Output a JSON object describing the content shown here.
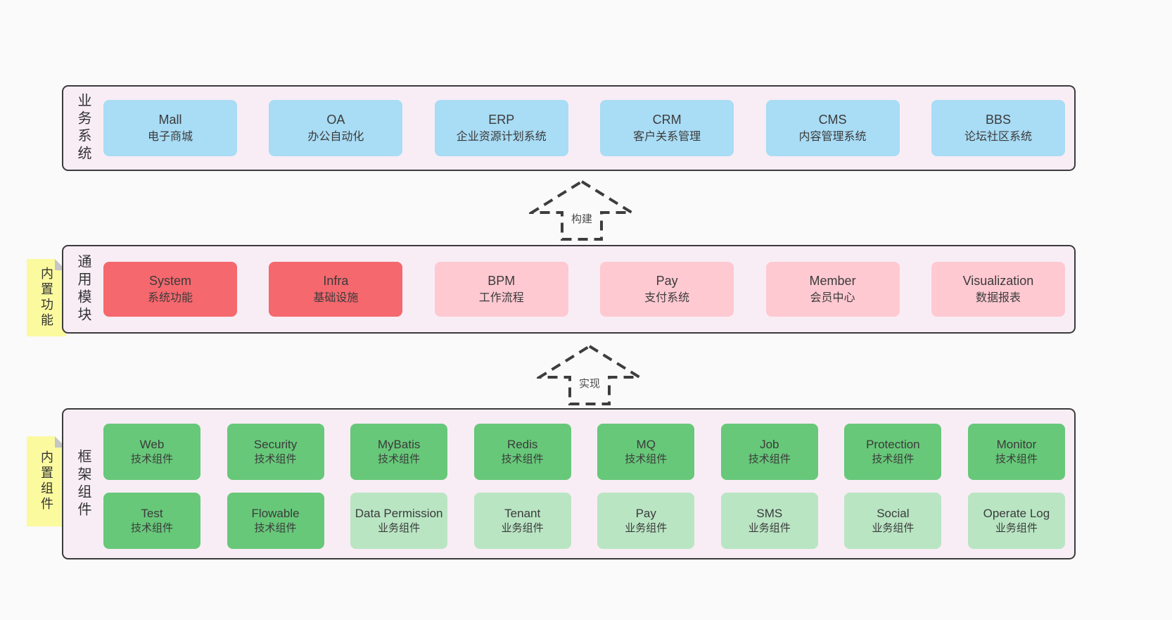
{
  "sections": [
    {
      "label": "业务系统",
      "rows": [
        [
          {
            "en": "Mall",
            "zh": "电子商城",
            "variant": "blue"
          },
          {
            "en": "OA",
            "zh": "办公自动化",
            "variant": "blue"
          },
          {
            "en": "ERP",
            "zh": "企业资源计划系统",
            "variant": "blue"
          },
          {
            "en": "CRM",
            "zh": "客户关系管理",
            "variant": "blue"
          },
          {
            "en": "CMS",
            "zh": "内容管理系统",
            "variant": "blue"
          },
          {
            "en": "BBS",
            "zh": "论坛社区系统",
            "variant": "blue"
          }
        ]
      ]
    },
    {
      "label": "通用模块",
      "note": "内置功能",
      "rows": [
        [
          {
            "en": "System",
            "zh": "系统功能",
            "variant": "red"
          },
          {
            "en": "Infra",
            "zh": "基础设施",
            "variant": "red"
          },
          {
            "en": "BPM",
            "zh": "工作流程",
            "variant": "pink"
          },
          {
            "en": "Pay",
            "zh": "支付系统",
            "variant": "pink"
          },
          {
            "en": "Member",
            "zh": "会员中心",
            "variant": "pink"
          },
          {
            "en": "Visualization",
            "zh": "数据报表",
            "variant": "pink"
          }
        ]
      ]
    },
    {
      "label": "框架组件",
      "note": "内置组件",
      "rows": [
        [
          {
            "en": "Web",
            "zh": "技术组件",
            "variant": "green-dark"
          },
          {
            "en": "Security",
            "zh": "技术组件",
            "variant": "green-dark"
          },
          {
            "en": "MyBatis",
            "zh": "技术组件",
            "variant": "green-dark"
          },
          {
            "en": "Redis",
            "zh": "技术组件",
            "variant": "green-dark"
          },
          {
            "en": "MQ",
            "zh": "技术组件",
            "variant": "green-dark"
          },
          {
            "en": "Job",
            "zh": "技术组件",
            "variant": "green-dark"
          },
          {
            "en": "Protection",
            "zh": "技术组件",
            "variant": "green-dark"
          },
          {
            "en": "Monitor",
            "zh": "技术组件",
            "variant": "green-dark"
          }
        ],
        [
          {
            "en": "Test",
            "zh": "技术组件",
            "variant": "green-dark"
          },
          {
            "en": "Flowable",
            "zh": "技术组件",
            "variant": "green-dark"
          },
          {
            "en": "Data Permission",
            "zh": "业务组件",
            "variant": "green-light"
          },
          {
            "en": "Tenant",
            "zh": "业务组件",
            "variant": "green-light"
          },
          {
            "en": "Pay",
            "zh": "业务组件",
            "variant": "green-light"
          },
          {
            "en": "SMS",
            "zh": "业务组件",
            "variant": "green-light"
          },
          {
            "en": "Social",
            "zh": "业务组件",
            "variant": "green-light"
          },
          {
            "en": "Operate Log",
            "zh": "业务组件",
            "variant": "green-light"
          }
        ]
      ]
    }
  ],
  "arrows": [
    {
      "label": "构建"
    },
    {
      "label": "实现"
    }
  ],
  "colors": {
    "page_bg": "#fafafa",
    "panel_bg": "#f8edf5",
    "panel_border": "#3b3b3b",
    "box_blue": "#a9dcf5",
    "box_red": "#f5686e",
    "box_pink": "#ffc9d2",
    "box_green_dark": "#67c879",
    "box_green_light": "#b9e5c3",
    "note_yellow": "#fbfa9f"
  }
}
